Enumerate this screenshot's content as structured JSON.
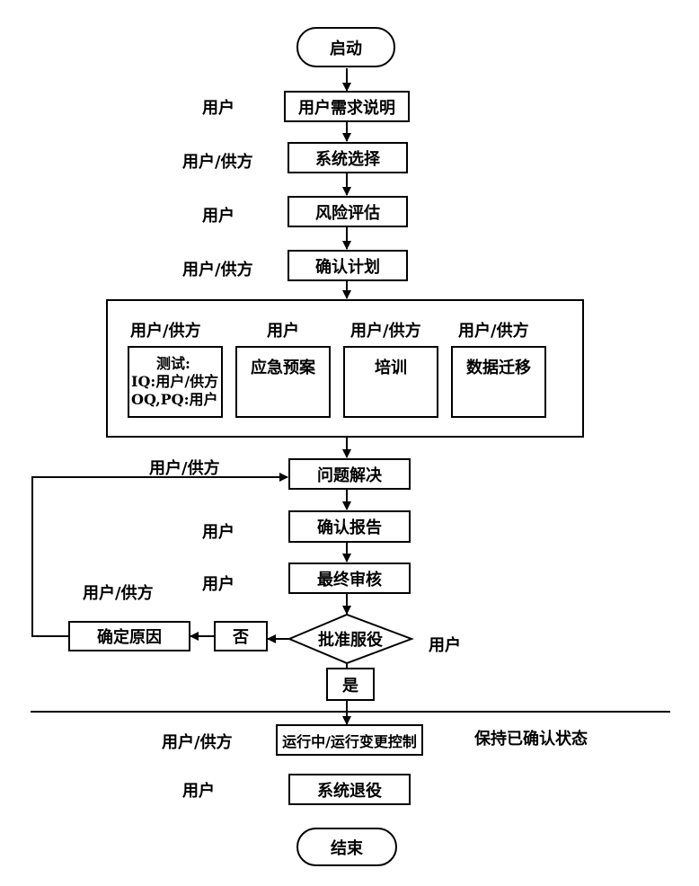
{
  "nodes": {
    "start": "启动",
    "requirements": "用户需求说明",
    "system_selection": "系统选择",
    "risk_assessment": "风险评估",
    "validation_plan": "确认计划",
    "testing_title": "测试:",
    "testing_iq": "IQ:用户/供方",
    "testing_oqpq": "OQ,PQ:用户",
    "contingency_plan": "应急预案",
    "training": "培训",
    "data_migration": "数据迁移",
    "issue_resolution": "问题解决",
    "validation_report": "确认报告",
    "final_review": "最终审核",
    "approve_service": "批准服役",
    "determine_cause": "确定原因",
    "no": "否",
    "yes": "是",
    "operation_change_control": "运行中/运行变更控制",
    "system_retirement": "系统退役",
    "end": "结束"
  },
  "roles": {
    "requirements": "用户",
    "system_selection": "用户/供方",
    "risk_assessment": "用户",
    "validation_plan": "用户/供方",
    "testing": "用户/供方",
    "contingency_plan": "用户",
    "training": "用户/供方",
    "data_migration": "用户/供方",
    "issue_resolution": "用户/供方",
    "validation_report": "用户",
    "final_review": "用户",
    "determine_cause": "用户/供方",
    "approve_service": "用户",
    "operation_change_control": "用户/供方",
    "system_retirement": "用户"
  },
  "notes": {
    "maintain_state": "保持已确认状态"
  }
}
